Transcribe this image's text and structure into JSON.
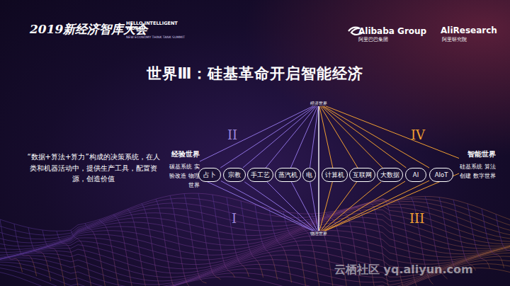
{
  "diagram": {
    "title": "世界Ⅲ：硅基革命开启智能经济",
    "nodes": [
      {
        "text": [
          "经济世界"
        ]
      },
      {
        "text": [
          "经验世界",
          "碳基系统 实验改造 物理世界"
        ]
      },
      {
        "text": [
          "占卜"
        ]
      },
      {
        "text": [
          "宗教"
        ]
      },
      {
        "text": [
          "手工艺"
        ]
      },
      {
        "text": [
          "蒸汽机"
        ]
      },
      {
        "text": [
          "电"
        ]
      },
      {
        "text": [
          "计算机"
        ]
      },
      {
        "text": [
          "互联网"
        ]
      },
      {
        "text": [
          "大数据"
        ]
      },
      {
        "text": [
          "AI"
        ]
      },
      {
        "text": [
          "AIoT"
        ]
      },
      {
        "text": [
          "智能世界",
          "硅基系统 算法创建 数字世界"
        ]
      },
      {
        "text": [
          "物理世界"
        ]
      }
    ],
    "edges": [
      {
        "from": 0,
        "to": 1,
        "arrow": "none"
      },
      {
        "from": 0,
        "to": 2,
        "arrow": "none"
      },
      {
        "from": 0,
        "to": 3,
        "arrow": "none"
      },
      {
        "from": 0,
        "to": 4,
        "arrow": "none"
      },
      {
        "from": 0,
        "to": 5,
        "arrow": "none"
      },
      {
        "from": 0,
        "to": 6,
        "arrow": "none"
      },
      {
        "from": 0,
        "to": 7,
        "arrow": "none"
      },
      {
        "from": 0,
        "to": 8,
        "arrow": "none"
      },
      {
        "from": 0,
        "to": 9,
        "arrow": "none"
      },
      {
        "from": 0,
        "to": 10,
        "arrow": "none"
      },
      {
        "from": 0,
        "to": 11,
        "arrow": "none"
      },
      {
        "from": 0,
        "to": 12,
        "arrow": "none"
      },
      {
        "from": 13,
        "to": 1,
        "arrow": "none"
      },
      {
        "from": 13,
        "to": 2,
        "arrow": "none"
      },
      {
        "from": 13,
        "to": 3,
        "arrow": "none"
      },
      {
        "from": 13,
        "to": 4,
        "arrow": "none"
      },
      {
        "from": 13,
        "to": 5,
        "arrow": "none"
      },
      {
        "from": 13,
        "to": 6,
        "arrow": "none"
      },
      {
        "from": 13,
        "to": 7,
        "arrow": "none"
      },
      {
        "from": 13,
        "to": 8,
        "arrow": "none"
      },
      {
        "from": 13,
        "to": 9,
        "arrow": "none"
      },
      {
        "from": 13,
        "to": 10,
        "arrow": "none"
      },
      {
        "from": 13,
        "to": 11,
        "arrow": "none"
      },
      {
        "from": 13,
        "to": 12,
        "arrow": "none"
      },
      {
        "from": 0,
        "to": 13,
        "arrow": "none"
      }
    ],
    "labels": [
      "2019新经济智库大会",
      "HELLO INTELLIGENT WORLD",
      "NEW ECONOMY THINK TANK SUMMIT",
      "Alibaba Group",
      "阿里巴巴集团",
      "AliResearch",
      "阿里研究院",
      "II",
      "IV",
      "I",
      "III",
      "“数据+算法+算力”构成的决策系统，在人类和机器活动中，提供生产工具，配置资源，创造价值",
      "云栖社区 yq.aliyun.com"
    ]
  }
}
